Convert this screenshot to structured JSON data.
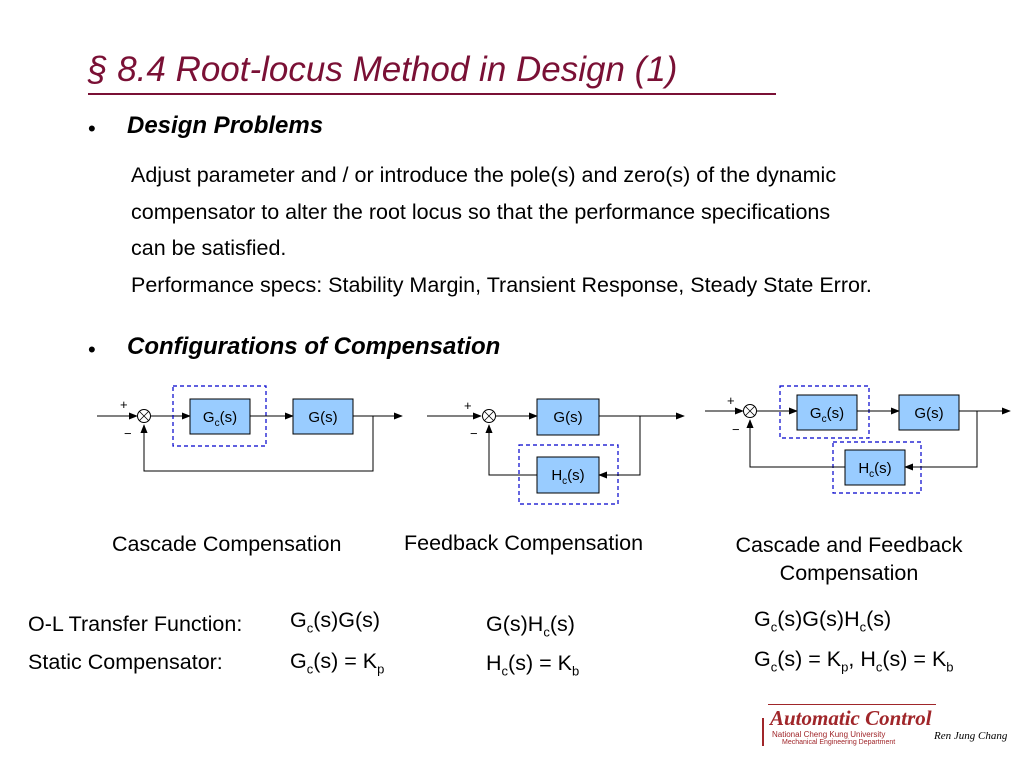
{
  "slide": {
    "title": "§ 8.4   Root-locus Method in Design (1)",
    "bullet_char": "•",
    "bullet1": "Design Problems",
    "para1_line1": "Adjust parameter and / or introduce the pole(s) and zero(s) of the dynamic",
    "para1_line2": "compensator to alter the root locus so that the performance specifications",
    "para1_line3": "can be satisfied.",
    "para2": "Performance specs: Stability Margin, Transient Response, Steady State Error.",
    "bullet2": "Configurations of Compensation"
  },
  "diagrams": {
    "plus": "+",
    "minus": "−",
    "g_block": "G(s)",
    "gc_main": "G",
    "hc_main": "H",
    "sub_c": "c",
    "arg_s": "(s)"
  },
  "labels": {
    "cascade": "Cascade Compensation",
    "feedback": "Feedback Compensation",
    "both_line1": "Cascade and Feedback",
    "both_line2": "Compensation",
    "ol_tf": "O-L Transfer Function:",
    "static": "Static Compensator:"
  },
  "formulas": {
    "ol1_a": "G",
    "ol1_b": "(s)G(s)",
    "ol2_a": "G(s)H",
    "ol2_b": "(s)",
    "ol3_a": "G",
    "ol3_b": "(s)G(s)H",
    "ol3_c": "(s)",
    "st1_a": "G",
    "st1_b": "(s) = K",
    "st2_a": "H",
    "st2_b": "(s) = K",
    "st3_a": "G",
    "st3_b": "(s) = K",
    "st3_c": ", H",
    "st3_d": "(s) = K",
    "sub_c": "c",
    "sub_p": "p",
    "sub_b": "b"
  },
  "logo": {
    "name": "Automatic Control",
    "univ": "National Cheng Kung University",
    "dept": "Mechanical Engineering Department",
    "author": "Ren Jung Chang"
  },
  "colors": {
    "title": "#7a1035",
    "block_fill": "#99ccff",
    "dashed": "#0000cc",
    "logo": "#a0262a"
  }
}
